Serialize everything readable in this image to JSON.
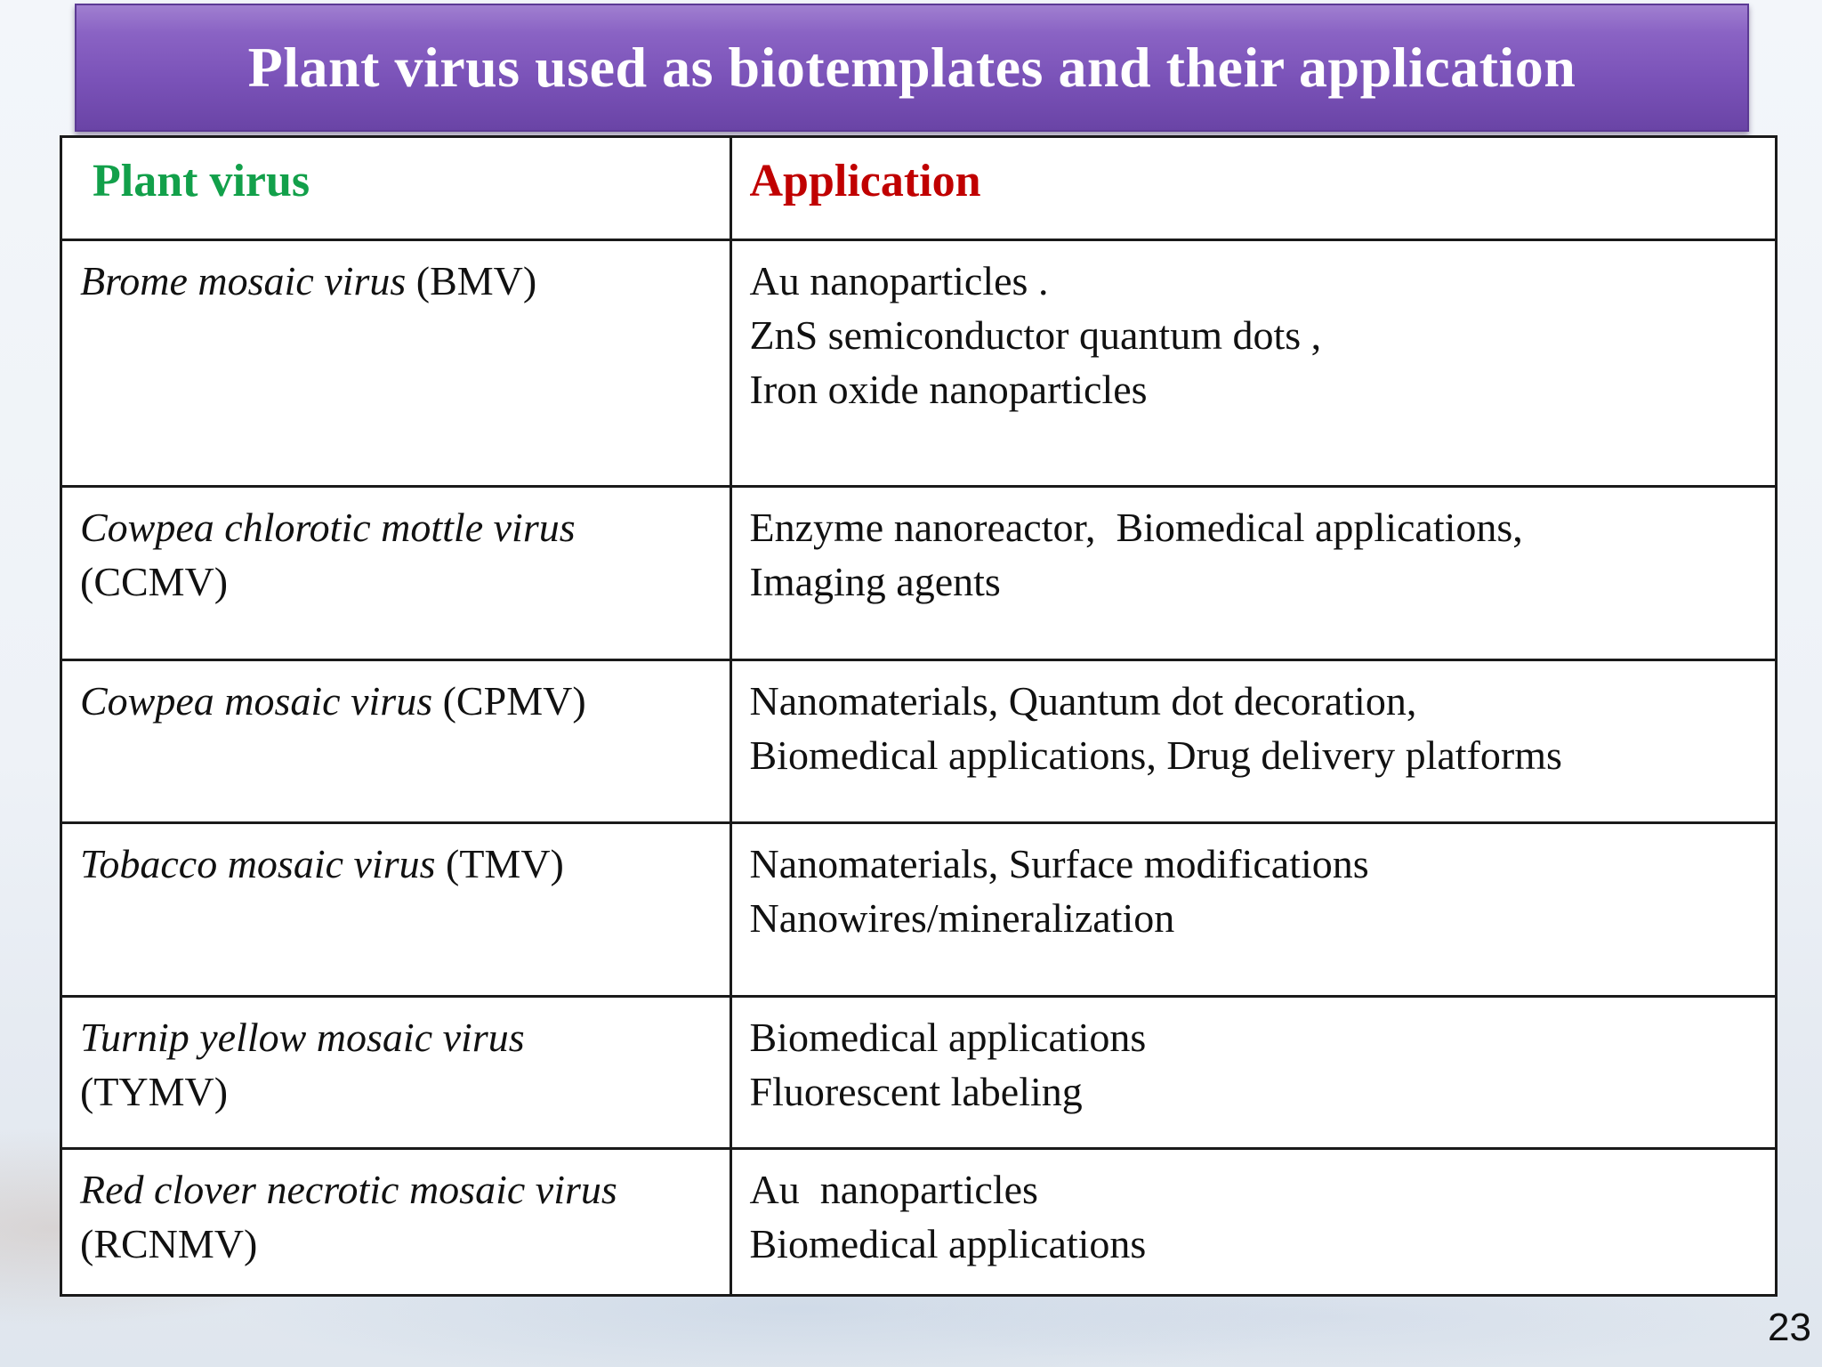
{
  "slide": {
    "title": "Plant virus used as biotemplates and their application",
    "page_number": "23"
  },
  "table": {
    "headers": {
      "virus": "Plant virus",
      "application": "Application"
    },
    "rows": [
      {
        "virus_name": "Brome mosaic virus",
        "virus_abbr": " (BMV)",
        "applications": [
          "Au nanoparticles .",
          "ZnS semiconductor quantum dots ,",
          "Iron oxide nanoparticles"
        ]
      },
      {
        "virus_name": "Cowpea chlorotic mottle virus",
        "virus_abbr": "(CCMV)",
        "applications": [
          "Enzyme nanoreactor,  Biomedical applications,",
          "Imaging agents"
        ]
      },
      {
        "virus_name": "Cowpea mosaic virus",
        "virus_abbr": " (CPMV)",
        "applications": [
          "Nanomaterials, Quantum dot decoration,",
          "Biomedical applications, Drug delivery platforms"
        ]
      },
      {
        "virus_name": "Tobacco mosaic virus",
        "virus_abbr": " (TMV)",
        "applications": [
          "Nanomaterials, Surface modifications",
          "Nanowires/mineralization"
        ]
      },
      {
        "virus_name": "Turnip yellow mosaic virus",
        "virus_abbr": "(TYMV)",
        "applications": [
          "Biomedical applications",
          "Fluorescent labeling"
        ]
      },
      {
        "virus_name": "Red clover necrotic mosaic virus",
        "virus_abbr": "(RCNMV)",
        "applications": [
          "Au  nanoparticles",
          "Biomedical applications"
        ]
      }
    ]
  },
  "colors": {
    "title_bar": "#7a52b8",
    "header_virus": "#12a04a",
    "header_application": "#c00000"
  }
}
